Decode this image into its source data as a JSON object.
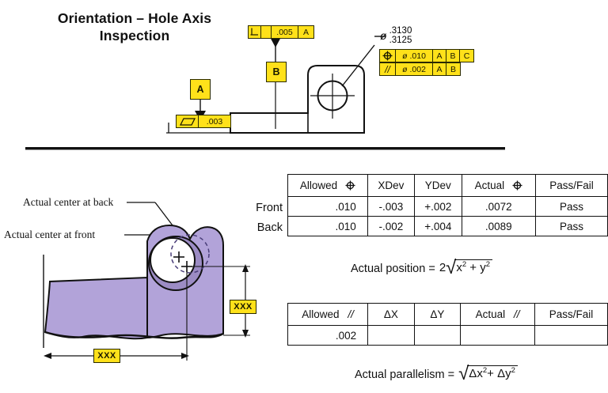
{
  "slide": {
    "title_line1": "Orientation – Hole Axis",
    "title_line2": "Inspection",
    "background": "#ffffff",
    "part_color": "#b2a3d9",
    "gdt_box_color": "#ffe11a"
  },
  "top_diagram": {
    "datum_b_label": "B",
    "datum_a_label": "A",
    "perpendicularity_fcf": {
      "symbol": "perpendicularity-icon",
      "tolerance": ".005",
      "datum": "A"
    },
    "flatness_fcf": {
      "symbol": "parallelogram-flatness-icon",
      "tolerance": ".003"
    },
    "hole_diameter": {
      "symbol": "ø",
      "upper": ".3130",
      "lower": ".3125"
    },
    "position_fcf": {
      "symbol": "position-icon",
      "diameter_symbol": "ø",
      "tolerance": ".010",
      "datums": [
        "A",
        "B",
        "C"
      ]
    },
    "parallelism_fcf": {
      "symbol": "//",
      "diameter_symbol": "ø",
      "tolerance": ".002",
      "datums": [
        "A",
        "B"
      ]
    }
  },
  "lower_figure": {
    "annotation_back": "Actual center at back",
    "annotation_front": "Actual center at front",
    "dim_vertical": "XXX",
    "dim_horizontal": "XXX"
  },
  "position_table": {
    "headers": [
      "Allowed",
      "XDev",
      "YDev",
      "Actual",
      "Pass/Fail"
    ],
    "header_symbols": {
      "allowed": "position-icon",
      "actual": "position-icon"
    },
    "row_labels": [
      "Front",
      "Back"
    ],
    "rows": [
      {
        "allowed": ".010",
        "xdev": "-.003",
        "ydev": "+.002",
        "actual": ".0072",
        "passfail": "Pass"
      },
      {
        "allowed": ".010",
        "xdev": "-.002",
        "ydev": "+.004",
        "actual": ".0089",
        "passfail": "Pass"
      }
    ]
  },
  "position_formula": {
    "label": "Actual position = ",
    "multiplier": "2",
    "radicand_x": "x",
    "radicand_plus": " + ",
    "radicand_y": "y",
    "exponent": "2"
  },
  "parallelism_table": {
    "headers": [
      "Allowed",
      "ΔX",
      "ΔY",
      "Actual",
      "Pass/Fail"
    ],
    "header_symbols": {
      "allowed": "//",
      "actual": "//"
    },
    "rows": [
      {
        "allowed": ".002",
        "dx": "",
        "dy": "",
        "actual": "",
        "passfail": ""
      }
    ]
  },
  "parallelism_formula": {
    "label": "Actual parallelism =",
    "radicand_x": "Δx",
    "radicand_plus": "+ ",
    "radicand_y": "Δy",
    "exponent": "2"
  }
}
